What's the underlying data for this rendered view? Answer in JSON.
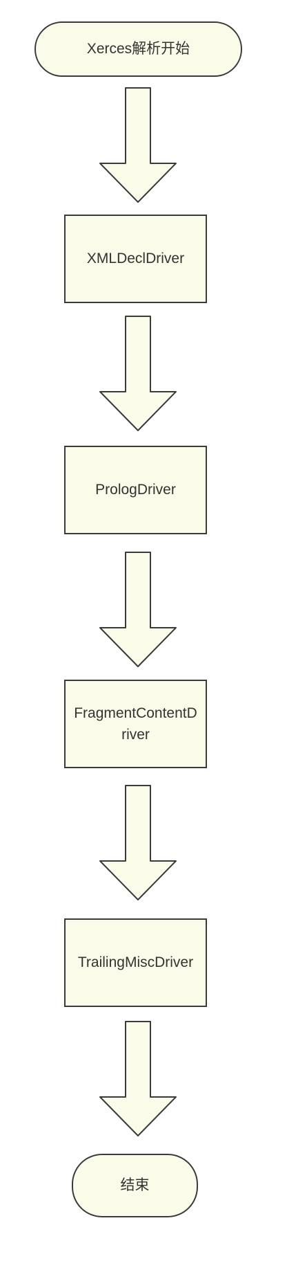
{
  "flowchart": {
    "start_label": "Xerces解析开始",
    "steps": [
      {
        "label": "XMLDeclDriver"
      },
      {
        "label": "PrologDriver"
      },
      {
        "label": "FragmentContentDriver"
      },
      {
        "label": "TrailingMiscDriver"
      }
    ],
    "end_label": "结束"
  },
  "colors": {
    "node_fill": "#fbfbe9",
    "stroke": "#3a3a3a",
    "text": "#333333"
  },
  "icons": {
    "connector": "down-block-arrow-icon"
  }
}
